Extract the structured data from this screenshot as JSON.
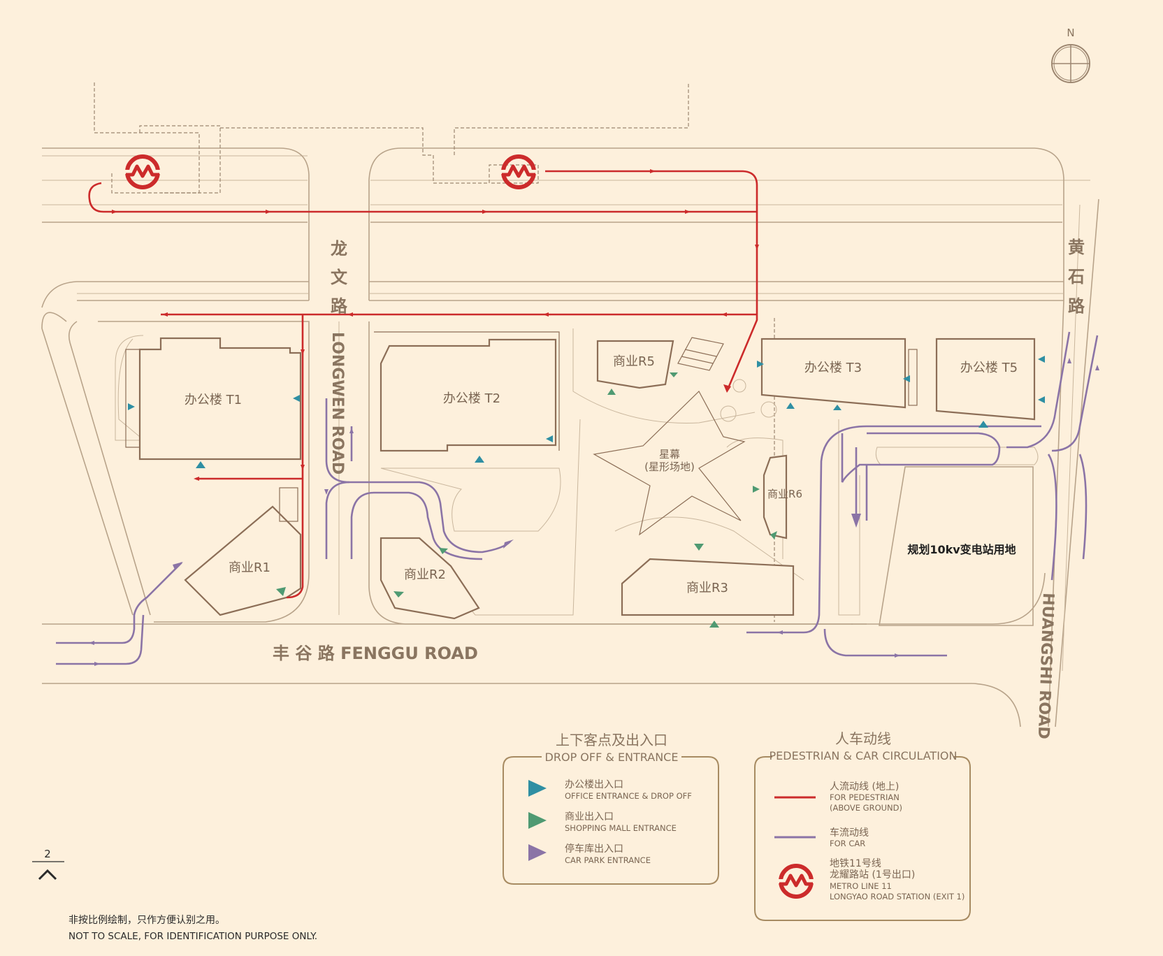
{
  "compass": {
    "north_label": "N"
  },
  "roads": {
    "longwen_cn": [
      "龙",
      "文",
      "路"
    ],
    "longwen_en": "LONGWEN ROAD",
    "huangshi_cn": [
      "黄",
      "石",
      "路"
    ],
    "huangshi_en": "HUANGSHI ROAD",
    "fenggu": "丰 谷 路  FENGGU ROAD"
  },
  "buildings": {
    "t1": "办公楼 T1",
    "t2": "办公楼 T2",
    "t3": "办公楼 T3",
    "t5": "办公楼 T5",
    "r1": "商业R1",
    "r2": "商业R2",
    "r3": "商业R3",
    "r5": "商业R5",
    "r6": "商业R6",
    "plaza_1": "星幕",
    "plaza_2": "(星形场地)",
    "substation": "规划10kv变电站用地"
  },
  "legend_dropoff": {
    "title_cn": "上下客点及出入口",
    "title_en": "DROP OFF & ENTRANCE",
    "items": [
      {
        "cn": "办公楼出入口",
        "en": "OFFICE ENTRANCE & DROP OFF",
        "color": "#2f8fa3"
      },
      {
        "cn": "商业出入口",
        "en": "SHOPPING MALL ENTRANCE",
        "color": "#4f9a72"
      },
      {
        "cn": "停车库出入口",
        "en": "CAR PARK ENTRANCE",
        "color": "#8b74a6"
      }
    ]
  },
  "legend_circulation": {
    "title_cn": "人车动线",
    "title_en": "PEDESTRIAN  & CAR CIRCULATION",
    "ped_cn": "人流动线 (地上)",
    "ped_en_1": "FOR PEDESTRIAN",
    "ped_en_2": "(ABOVE GROUND)",
    "ped_color": "#cc2b2b",
    "car_cn": "车流动线",
    "car_en": "FOR CAR",
    "car_color": "#8b74a6",
    "metro_cn_1": "地铁11号线",
    "metro_cn_2": "龙耀路站 (1号出口)",
    "metro_en_1": "METRO LINE 11",
    "metro_en_2": "LONGYAO ROAD STATION (EXIT 1)"
  },
  "page_number": "2",
  "note": {
    "cn": "非按比例绘制，只作方便认别之用。",
    "en": "NOT TO SCALE, FOR IDENTIFICATION PURPOSE ONLY."
  }
}
